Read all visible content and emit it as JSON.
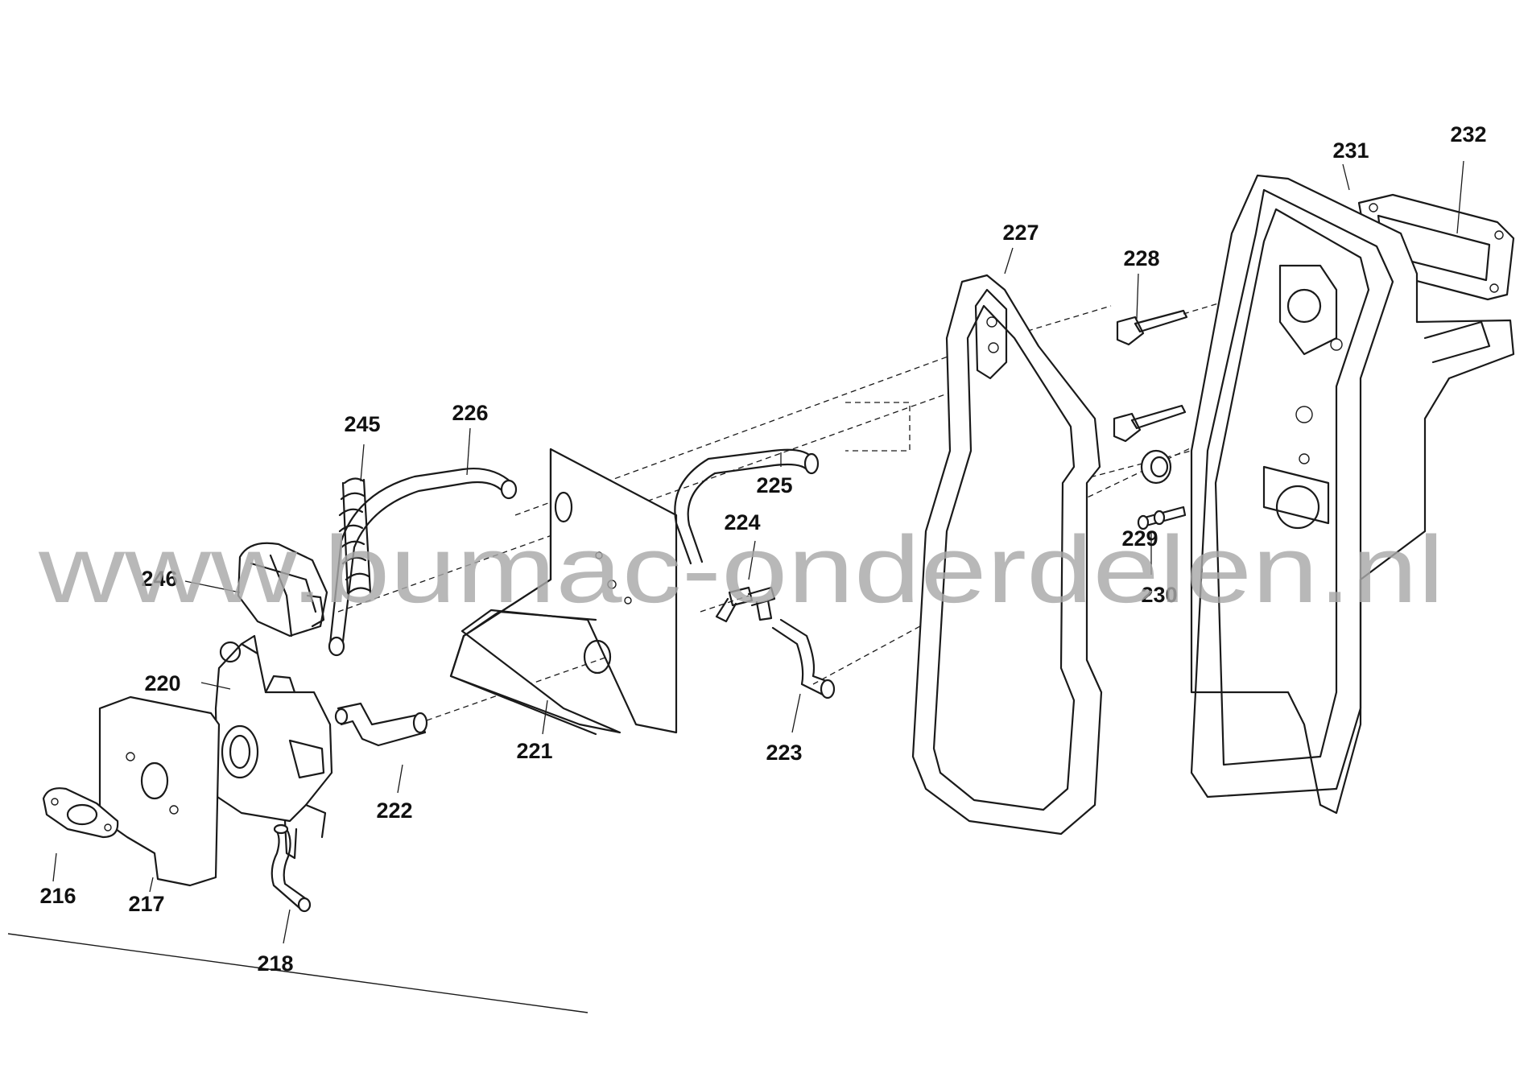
{
  "watermark": "www.bumac-onderdelen.nl",
  "callouts": [
    {
      "id": "216",
      "label": "216"
    },
    {
      "id": "217",
      "label": "217"
    },
    {
      "id": "218",
      "label": "218"
    },
    {
      "id": "220",
      "label": "220"
    },
    {
      "id": "221",
      "label": "221"
    },
    {
      "id": "222",
      "label": "222"
    },
    {
      "id": "223",
      "label": "223"
    },
    {
      "id": "224",
      "label": "224"
    },
    {
      "id": "225",
      "label": "225"
    },
    {
      "id": "226",
      "label": "226"
    },
    {
      "id": "227",
      "label": "227"
    },
    {
      "id": "228",
      "label": "228"
    },
    {
      "id": "229",
      "label": "229"
    },
    {
      "id": "230",
      "label": "230"
    },
    {
      "id": "231",
      "label": "231"
    },
    {
      "id": "232",
      "label": "232"
    },
    {
      "id": "245",
      "label": "245"
    },
    {
      "id": "246",
      "label": "246"
    }
  ],
  "colors": {
    "line": "#1a1a1a",
    "watermark": "#a8a8a8",
    "background": "#ffffff"
  }
}
